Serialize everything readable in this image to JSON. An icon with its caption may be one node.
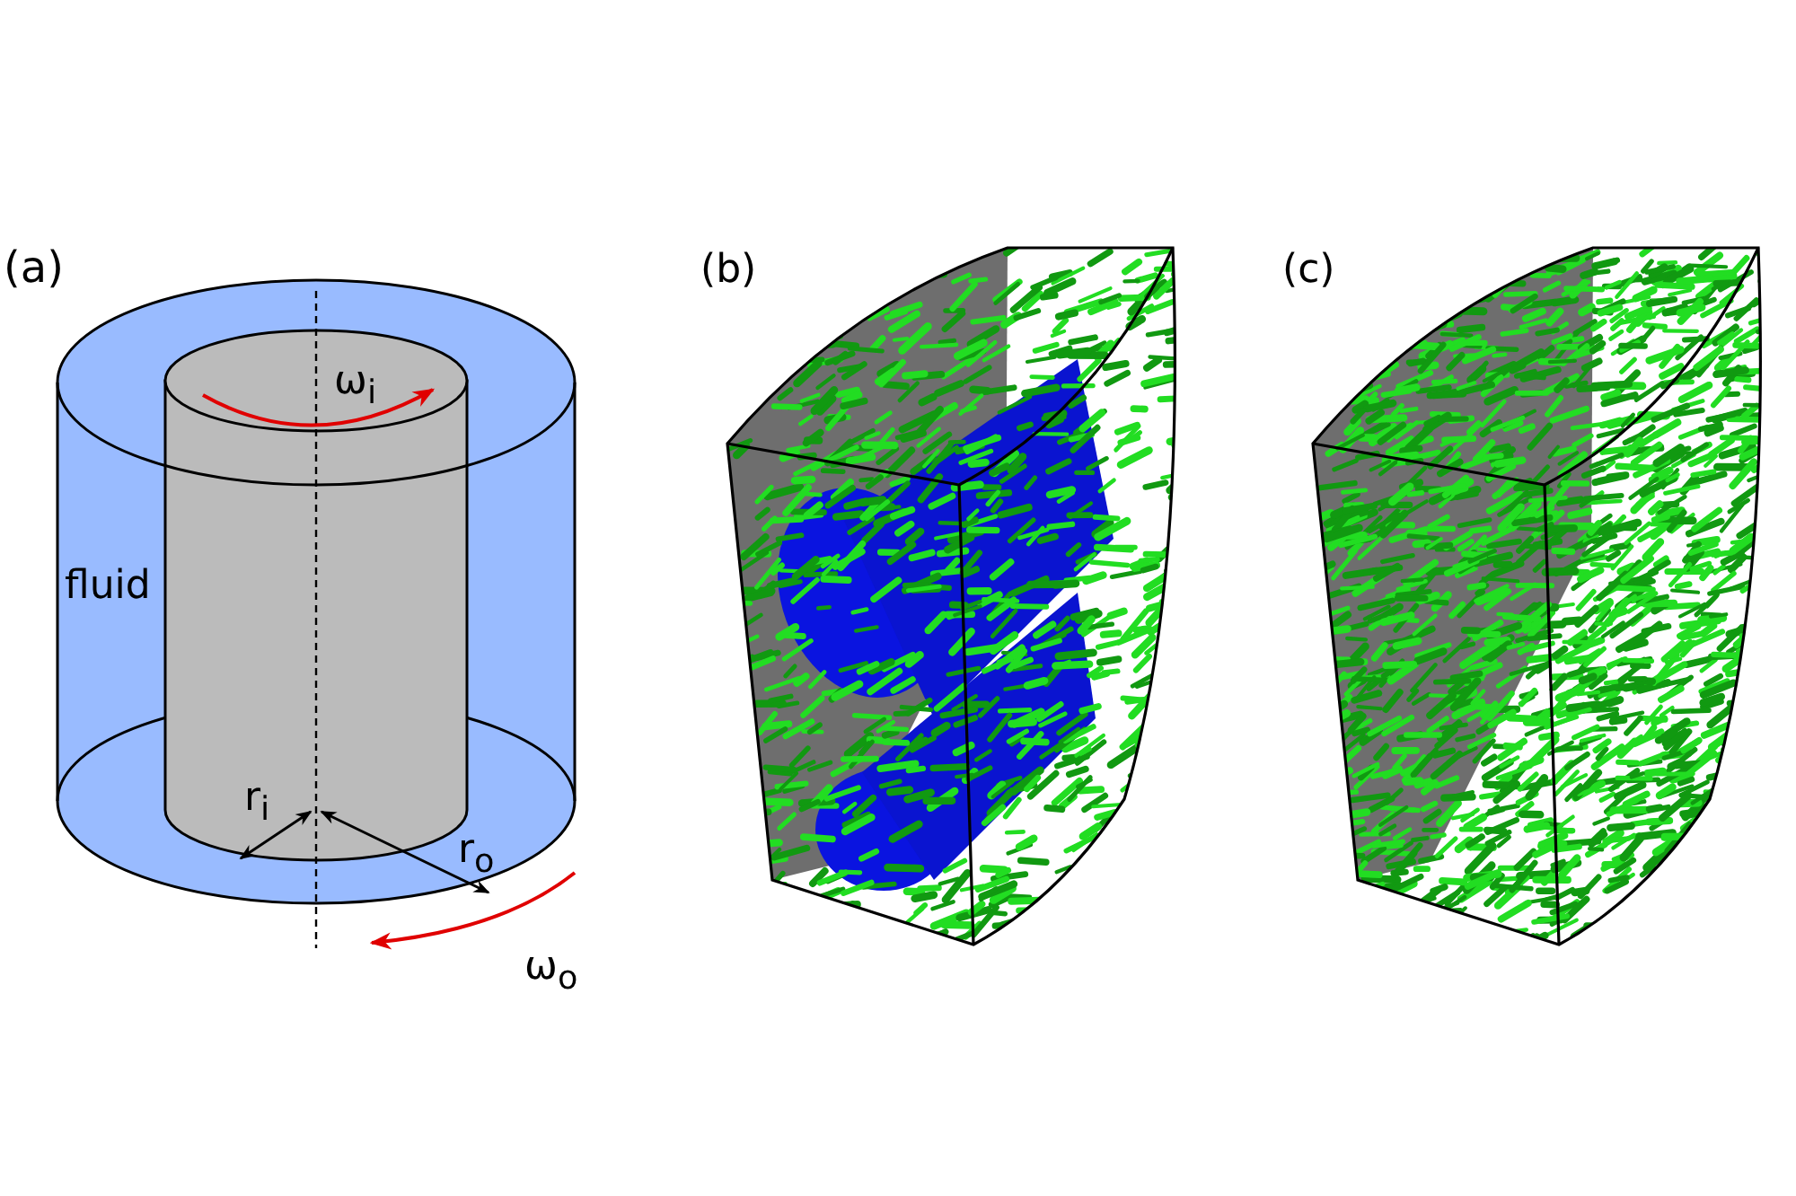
{
  "diagram": {
    "labels": [
      "(a)",
      "ω$_{i}$",
      "fluid",
      "r$_{i}$",
      "r$_{o}$",
      "ω$_{o}$",
      "(b)",
      "(c)"
    ]
  }
}
